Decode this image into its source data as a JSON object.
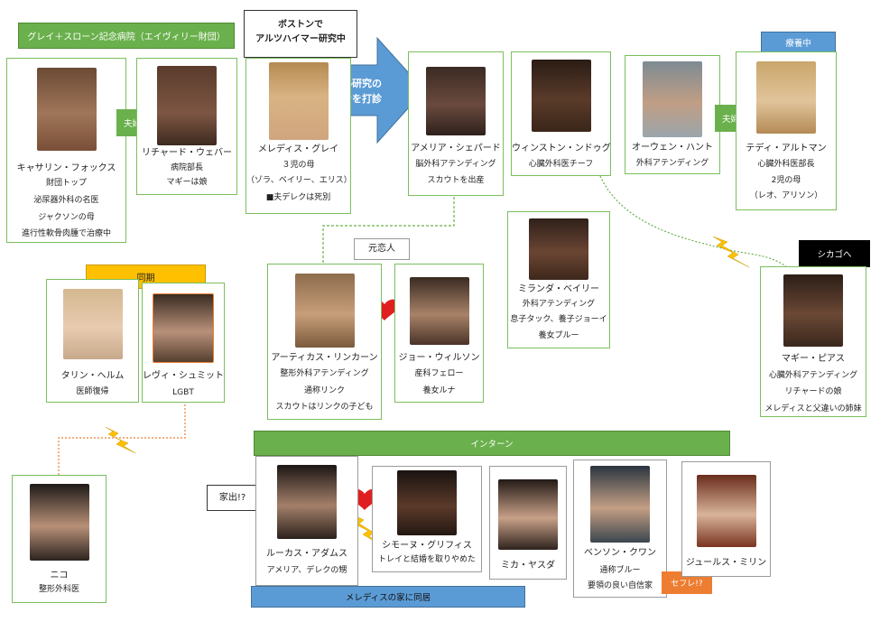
{
  "title": "グレイ＋スローン記念病院（エイヴィリー財団）",
  "callouts": {
    "boston": [
      "ボストンで",
      "アルツハイマー研究中"
    ],
    "arrow": [
      "極秘研究の",
      "協力を打診"
    ],
    "ex_lovers": "元恋人",
    "chicago": "シカゴへ",
    "recovery": "療養中",
    "same_year": "同期",
    "interns": "インターン",
    "runaway": "家出!?",
    "meredith_house": "メレディスの家に同居",
    "sefure": "セフレ!?",
    "married_1": "夫婦",
    "married_2": "夫婦"
  },
  "people": {
    "catherine": [
      "キャサリン・フォックス",
      "財団トップ",
      "泌尿器外科の名医",
      "ジャクソンの母",
      "進行性軟骨肉腫で治療中"
    ],
    "richard": [
      "リチャード・ウェバー",
      "病院部長",
      "マギーは娘"
    ],
    "meredith": [
      "メレディス・グレイ",
      "３児の母",
      "（ゾラ、ベイリー、エリス）",
      "■夫デレクは死別"
    ],
    "amelia": [
      "アメリア・シェパード",
      "脳外科アテンディング",
      "スカウトを出産"
    ],
    "winston": [
      "ウィンストン・ンドゥグ",
      "心臓外科医チーフ"
    ],
    "owen": [
      "オーウェン・ハント",
      "外科アテンディング"
    ],
    "teddy": [
      "テディ・アルトマン",
      "心臓外科医部長",
      "2児の母",
      "（レオ、アリソン）"
    ],
    "miranda": [
      "ミランダ・ベイリー",
      "外科アテンディング",
      "息子タック、養子ジョーイ",
      "養女プルー"
    ],
    "maggie": [
      "マギー・ピアス",
      "心臓外科アテンディング",
      "リチャードの娘",
      "メレディスと父違いの姉妹"
    ],
    "atticus": [
      "アーティカス・リンカーン",
      "整形外科アテンディング",
      "通称リンク",
      "スカウトはリンクの子ども"
    ],
    "jo": [
      "ジョー・ウィルソン",
      "産科フェロー",
      "養女ルナ"
    ],
    "taryn": [
      "タリン・ヘルム",
      "医師復帰"
    ],
    "levi": [
      "レヴィ・シュミット",
      "LGBT"
    ],
    "nico": [
      "ニコ",
      "整形外科医"
    ],
    "lucas": [
      "ルーカス・アダムス",
      "アメリア、デレクの甥"
    ],
    "simone": [
      "シモーヌ・グリフィス",
      "トレイと結婚を取りやめた"
    ],
    "mika": [
      "ミカ・ヤスダ"
    ],
    "benson": [
      "ベンソン・クワン",
      "通称ブルー",
      "要領の良い自信家"
    ],
    "jules": [
      "ジュールス・ミリン"
    ]
  },
  "colors": {
    "green": "#7bbf5e",
    "tag_green": "#6ab04c",
    "blue": "#5b9bd5",
    "orange": "#ed7d31",
    "gold": "#ffc000",
    "bolt": "#ffc000",
    "heart": "#e02020"
  }
}
